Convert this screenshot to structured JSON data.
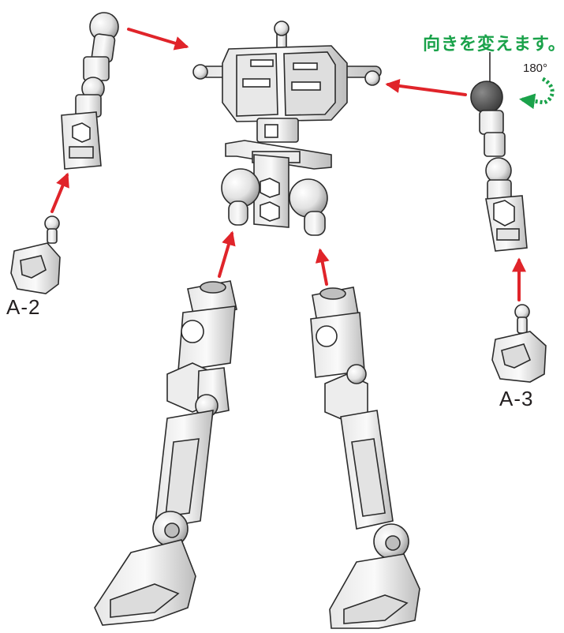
{
  "labels": {
    "hand_left": "A-2",
    "hand_right": "A-3"
  },
  "note": {
    "text": "向きを変えます。",
    "rotation": "180°"
  },
  "colors": {
    "arrow": "#e0242a",
    "note": "#1aa24a",
    "part_fill": "#f2f2f2",
    "part_shade": "#c9c9c9",
    "part_line": "#2b2b2b",
    "gray_joint": "#6a6a6a"
  }
}
